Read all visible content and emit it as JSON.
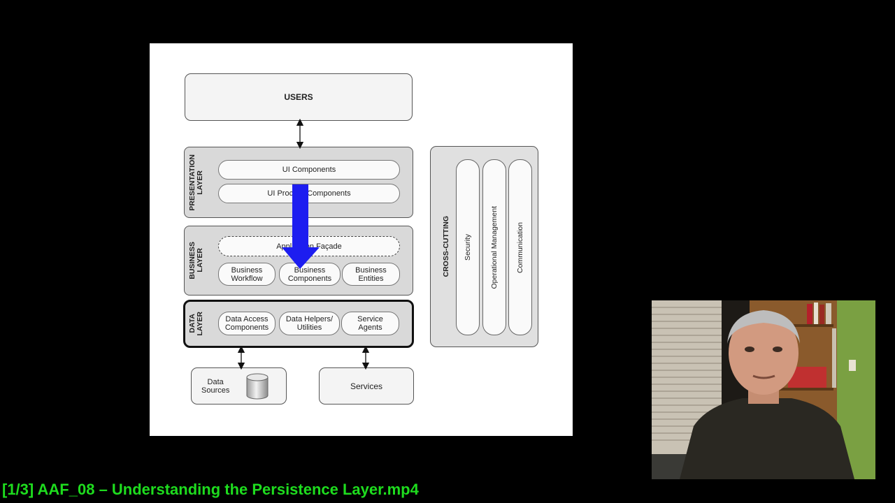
{
  "diagram": {
    "users": "USERS",
    "presentation_layer": {
      "label_line1": "PRESENTATION",
      "label_line2": "LAYER",
      "components": [
        "UI Components",
        "UI Process Components"
      ]
    },
    "business_layer": {
      "label_line1": "BUSINESS",
      "label_line2": "LAYER",
      "facade": "Application Façade",
      "components": [
        {
          "line1": "Business",
          "line2": "Workflow"
        },
        {
          "line1": "Business",
          "line2": "Components"
        },
        {
          "line1": "Business",
          "line2": "Entities"
        }
      ]
    },
    "data_layer": {
      "label_line1": "DATA",
      "label_line2": "LAYER",
      "components": [
        {
          "line1": "Data Access",
          "line2": "Components"
        },
        {
          "line1": "Data Helpers/",
          "line2": "Utilities"
        },
        {
          "line1": "Service",
          "line2": "Agents"
        }
      ]
    },
    "data_sources": {
      "line1": "Data",
      "line2": "Sources"
    },
    "services": "Services",
    "cross_cutting": {
      "title": "CROSS-CUTTING",
      "items": [
        "Security",
        "Operational Management",
        "Communication"
      ]
    },
    "highlight_arrow_color": "#1d1df0"
  },
  "video_caption": "[1/3] AAF_08 – Understanding the Persistence Layer.mp4"
}
